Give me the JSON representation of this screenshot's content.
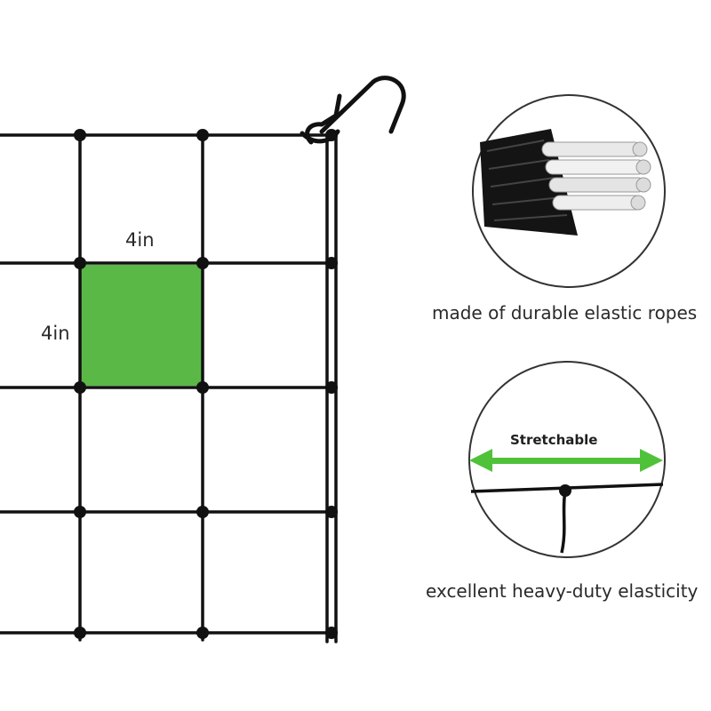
{
  "dimensions": {
    "width_label": "4in",
    "height_label": "4in"
  },
  "details": {
    "rope_caption": "made of durable elastic ropes",
    "elastic_caption": "excellent heavy-duty elasticity",
    "stretch_label": "Stretchable"
  },
  "colors": {
    "net": "#111111",
    "highlight_square": "#5ab847",
    "arrow": "#4fc23a",
    "circle_border": "#333333"
  },
  "icons": [
    "trellis-net-icon",
    "hook-icon",
    "rope-core-icon",
    "stretch-arrow-icon"
  ]
}
